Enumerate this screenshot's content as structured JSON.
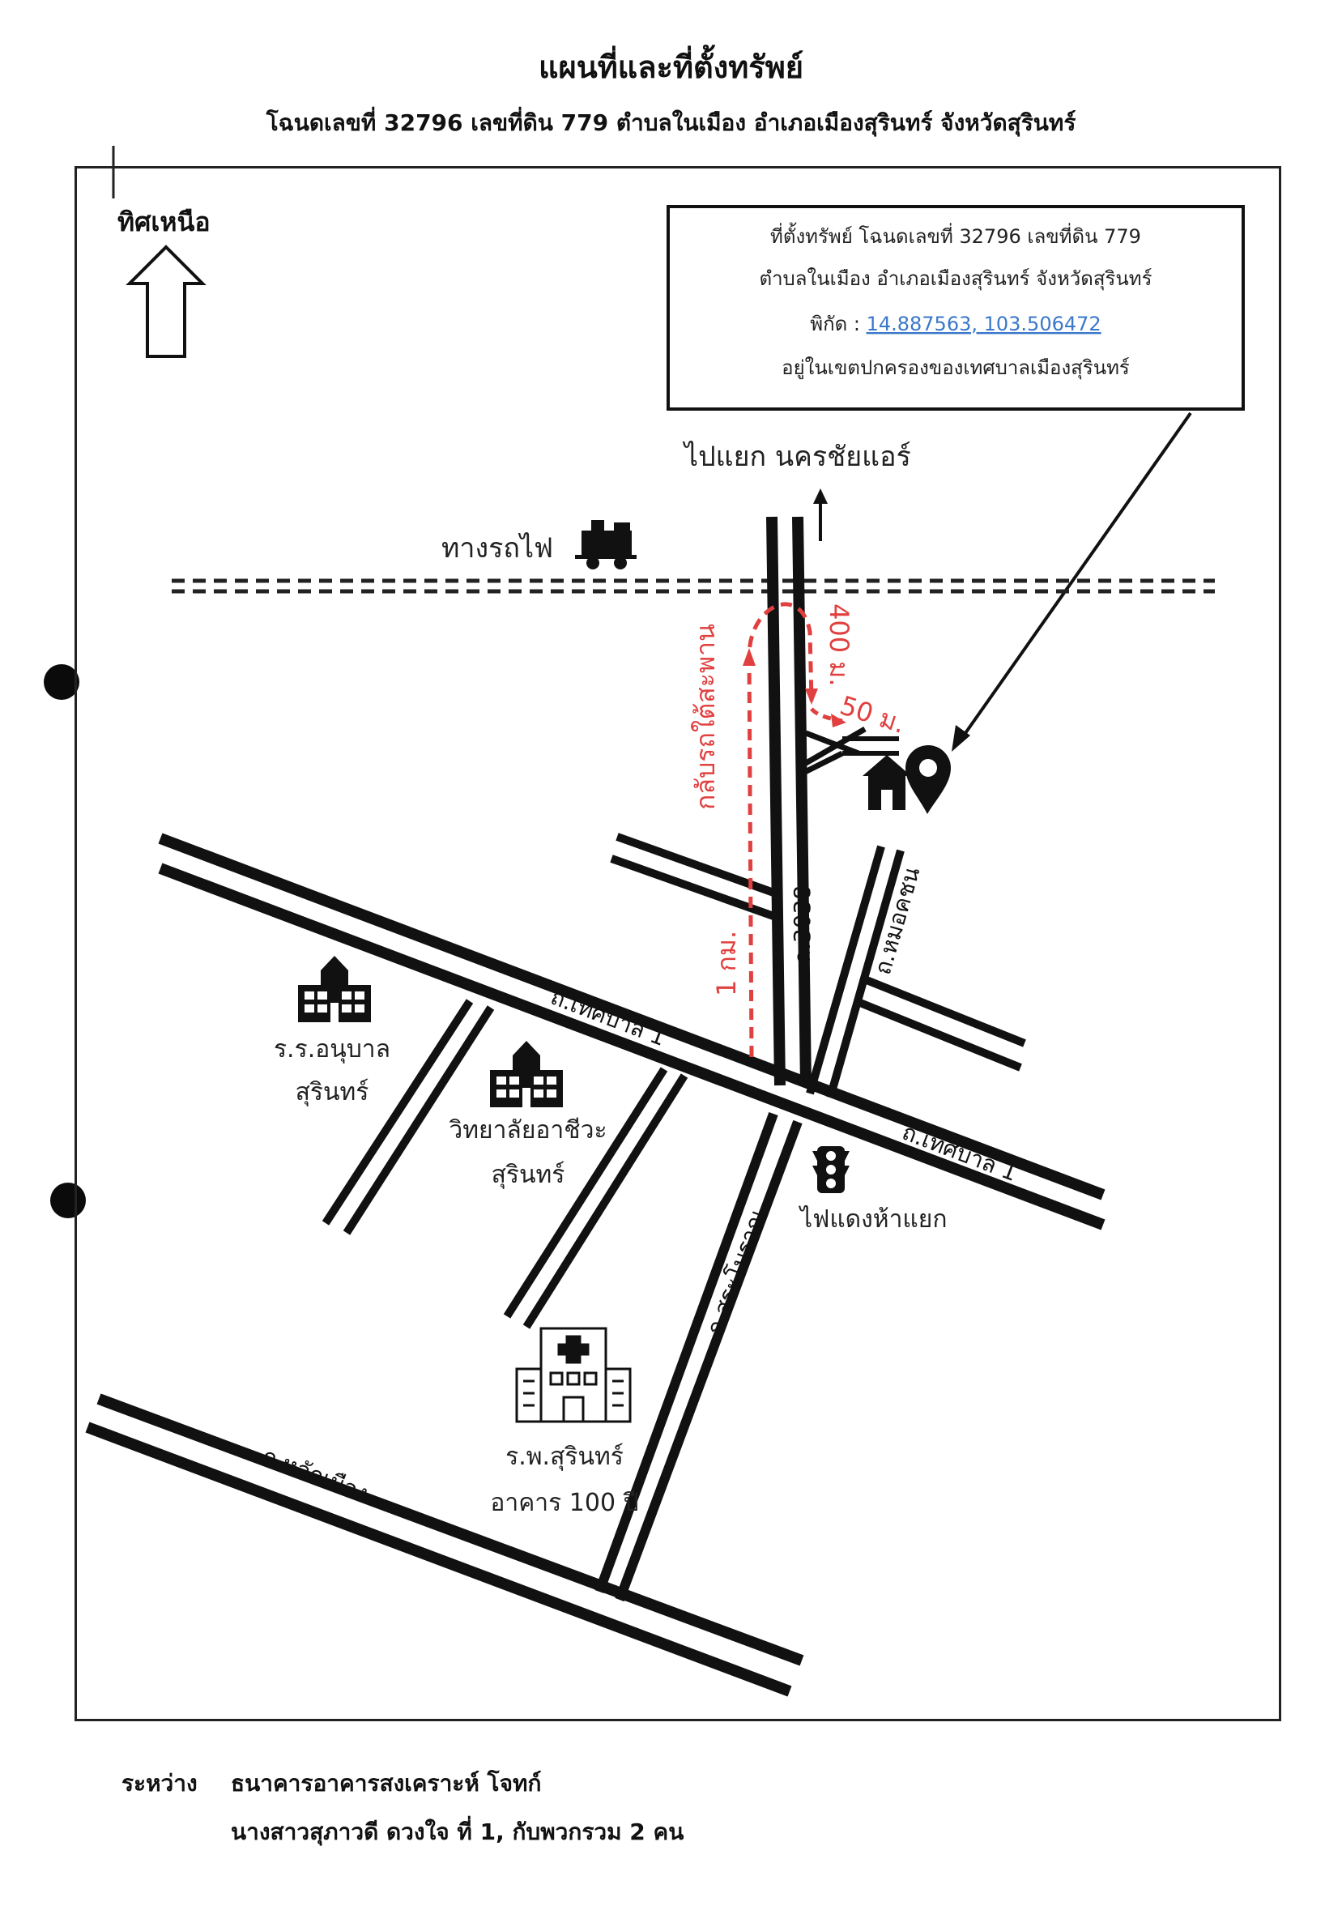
{
  "header": {
    "title": "แผนที่และที่ตั้งทรัพย์",
    "subtitle": "โฉนดเลขที่ 32796 เลขที่ดิน 779 ตำบลในเมือง อำเภอเมืองสุรินทร์ จังหวัดสุรินทร์"
  },
  "map": {
    "north_label": "ทิศเหนือ",
    "info_box": {
      "line1": "ที่ตั้งทรัพย์ โฉนดเลขที่ 32796 เลขที่ดิน 779",
      "line2": "ตำบลในเมือง อำเภอเมืองสุรินทร์ จังหวัดสุรินทร์",
      "coord_prefix": "พิกัด : ",
      "coordinates": "14.887563, 103.506472",
      "line4": "อยู่ในเขตปกครองของเทศบาลเมืองสุรินทร์"
    },
    "to_intersection": "ไปแยก นครชัยแอร์",
    "railway": "ทางรถไฟ",
    "route": {
      "uturn_label": "กลับรถใต้สะพาน",
      "dist_400": "400 ม.",
      "dist_50": "50 ม.",
      "dist_1km": "1 กม."
    },
    "roads": {
      "r3038": "ถ.3038",
      "thetsaban1_a": "ถ.เทศบาล 1",
      "thetsaban1_b": "ถ.เทศบาล 1",
      "mokhon": "ถ.หมอคชน",
      "sarapiram": "ถ.สระโบราณ",
      "lakmueang": "ถ.หลักเมือง"
    },
    "places": {
      "kindergarten_1": "ร.ร.อนุบาล",
      "kindergarten_2": "สุรินทร์",
      "college_1": "วิทยาลัยอาชีวะ",
      "college_2": "สุรินทร์",
      "traffic_light": "ไฟแดงห้าแยก",
      "hospital_1": "ร.พ.สุรินทร์",
      "hospital_2": "อาคาร 100 ปี"
    },
    "colors": {
      "route": "#e0403f",
      "link": "#3a78c9",
      "ink": "#111111"
    },
    "icons": [
      "north-arrow-icon",
      "train-icon",
      "house-icon",
      "location-pin-icon",
      "school-icon",
      "traffic-light-icon",
      "hospital-icon"
    ]
  },
  "footer": {
    "label": "ระหว่าง",
    "line1": "ธนาคารอาคารสงเคราะห์ โจทก์",
    "line2": "นางสาวสุภาวดี ดวงใจ ที่ 1, กับพวกรวม 2 คน"
  }
}
